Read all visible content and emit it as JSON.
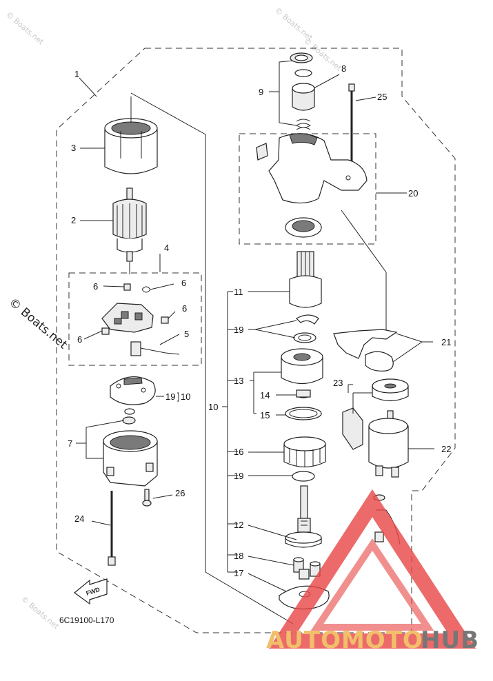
{
  "diagram": {
    "code": "6C19100-L170",
    "fwd_label": "FWD",
    "watermark": "© Boats.net",
    "brand": {
      "part1": "AUTOMOTO",
      "part2": "HUB",
      "accent": "#e84545",
      "gold": "#f1bf6a",
      "grey": "#767676"
    },
    "callouts": {
      "c1": "1",
      "c2": "2",
      "c3": "3",
      "c4": "4",
      "c5": "5",
      "c6a": "6",
      "c6b": "6",
      "c6c": "6",
      "c6d": "6",
      "c7": "7",
      "c8": "8",
      "c9": "9",
      "c10a": "10",
      "c10b": "10",
      "c11": "11",
      "c12": "12",
      "c13": "13",
      "c14": "14",
      "c15": "15",
      "c16": "16",
      "c17": "17",
      "c18": "18",
      "c19a": "19",
      "c19b": "19",
      "c19c": "19",
      "c20": "20",
      "c21": "21",
      "c22": "22",
      "c23": "23",
      "c24": "24",
      "c25": "25",
      "c26": "26"
    }
  }
}
